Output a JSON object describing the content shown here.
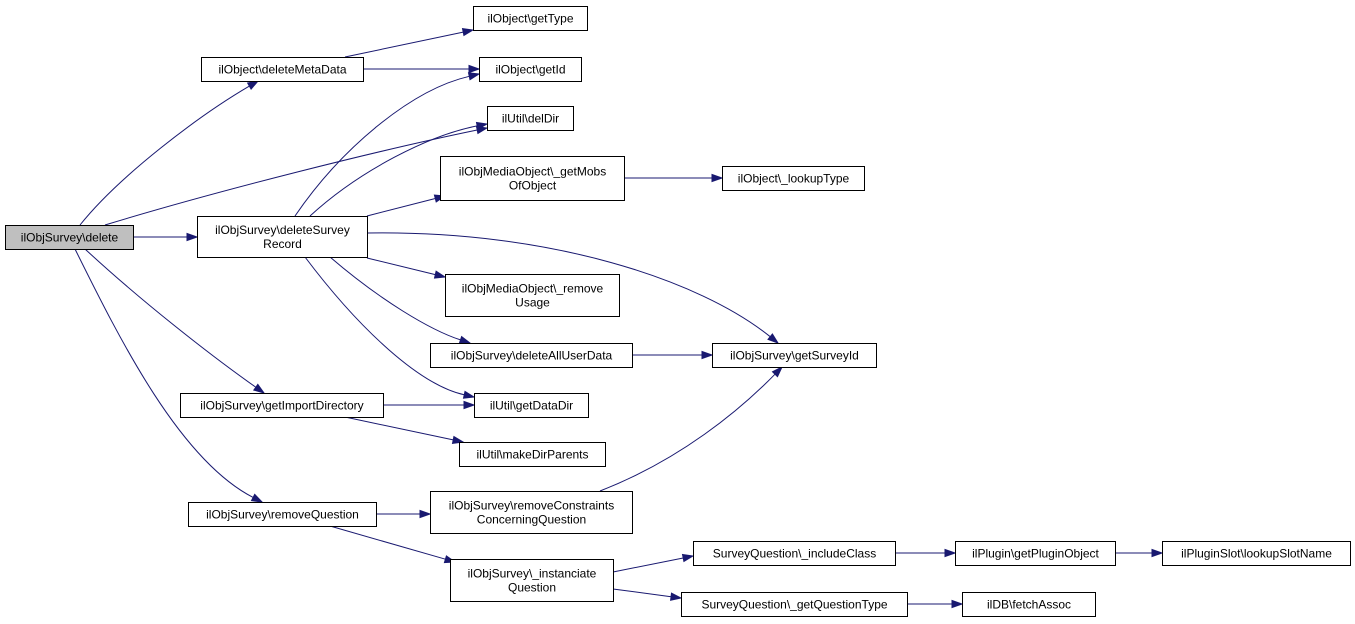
{
  "diagram": {
    "type": "call-graph",
    "colors": {
      "edge": "#191970",
      "node_fill": "#ffffff",
      "root_fill": "#bfbfbf",
      "node_border": "#000000"
    },
    "nodes": [
      {
        "id": "root",
        "lines": [
          "ilObjSurvey\\delete"
        ]
      },
      {
        "id": "deleteMetaData",
        "lines": [
          "ilObject\\deleteMetaData"
        ]
      },
      {
        "id": "getType",
        "lines": [
          "ilObject\\getType"
        ]
      },
      {
        "id": "getId",
        "lines": [
          "ilObject\\getId"
        ]
      },
      {
        "id": "delDir",
        "lines": [
          "ilUtil\\delDir"
        ]
      },
      {
        "id": "getMobs",
        "lines": [
          "ilObjMediaObject\\_getMobs",
          "OfObject"
        ]
      },
      {
        "id": "lookupType",
        "lines": [
          "ilObject\\_lookupType"
        ]
      },
      {
        "id": "deleteSurveyRecord",
        "lines": [
          "ilObjSurvey\\deleteSurvey",
          "Record"
        ]
      },
      {
        "id": "removeUsage",
        "lines": [
          "ilObjMediaObject\\_remove",
          "Usage"
        ]
      },
      {
        "id": "deleteAllUserData",
        "lines": [
          "ilObjSurvey\\deleteAllUserData"
        ]
      },
      {
        "id": "getSurveyId",
        "lines": [
          "ilObjSurvey\\getSurveyId"
        ]
      },
      {
        "id": "getImportDirectory",
        "lines": [
          "ilObjSurvey\\getImportDirectory"
        ]
      },
      {
        "id": "getDataDir",
        "lines": [
          "ilUtil\\getDataDir"
        ]
      },
      {
        "id": "makeDirParents",
        "lines": [
          "ilUtil\\makeDirParents"
        ]
      },
      {
        "id": "removeQuestion",
        "lines": [
          "ilObjSurvey\\removeQuestion"
        ]
      },
      {
        "id": "removeConstraints",
        "lines": [
          "ilObjSurvey\\removeConstraints",
          "ConcerningQuestion"
        ]
      },
      {
        "id": "instanciate",
        "lines": [
          "ilObjSurvey\\_instanciate",
          "Question"
        ]
      },
      {
        "id": "includeClass",
        "lines": [
          "SurveyQuestion\\_includeClass"
        ]
      },
      {
        "id": "getPluginObject",
        "lines": [
          "ilPlugin\\getPluginObject"
        ]
      },
      {
        "id": "lookupSlotName",
        "lines": [
          "ilPluginSlot\\lookupSlotName"
        ]
      },
      {
        "id": "getQuestionType",
        "lines": [
          "SurveyQuestion\\_getQuestionType"
        ]
      },
      {
        "id": "fetchAssoc",
        "lines": [
          "ilDB\\fetchAssoc"
        ]
      }
    ],
    "edges": [
      {
        "from": "root",
        "to": "deleteMetaData"
      },
      {
        "from": "root",
        "to": "delDir"
      },
      {
        "from": "root",
        "to": "deleteSurveyRecord"
      },
      {
        "from": "root",
        "to": "getImportDirectory"
      },
      {
        "from": "root",
        "to": "removeQuestion"
      },
      {
        "from": "deleteMetaData",
        "to": "getType"
      },
      {
        "from": "deleteMetaData",
        "to": "getId"
      },
      {
        "from": "deleteSurveyRecord",
        "to": "getId"
      },
      {
        "from": "deleteSurveyRecord",
        "to": "delDir"
      },
      {
        "from": "deleteSurveyRecord",
        "to": "getMobs"
      },
      {
        "from": "deleteSurveyRecord",
        "to": "getSurveyId"
      },
      {
        "from": "deleteSurveyRecord",
        "to": "removeUsage"
      },
      {
        "from": "deleteSurveyRecord",
        "to": "deleteAllUserData"
      },
      {
        "from": "deleteSurveyRecord",
        "to": "getDataDir"
      },
      {
        "from": "getMobs",
        "to": "lookupType"
      },
      {
        "from": "deleteAllUserData",
        "to": "getSurveyId"
      },
      {
        "from": "getImportDirectory",
        "to": "getDataDir"
      },
      {
        "from": "getImportDirectory",
        "to": "makeDirParents"
      },
      {
        "from": "removeQuestion",
        "to": "removeConstraints"
      },
      {
        "from": "removeQuestion",
        "to": "instanciate"
      },
      {
        "from": "removeConstraints",
        "to": "getSurveyId"
      },
      {
        "from": "instanciate",
        "to": "includeClass"
      },
      {
        "from": "instanciate",
        "to": "getQuestionType"
      },
      {
        "from": "includeClass",
        "to": "getPluginObject"
      },
      {
        "from": "getPluginObject",
        "to": "lookupSlotName"
      },
      {
        "from": "getQuestionType",
        "to": "fetchAssoc"
      }
    ]
  }
}
